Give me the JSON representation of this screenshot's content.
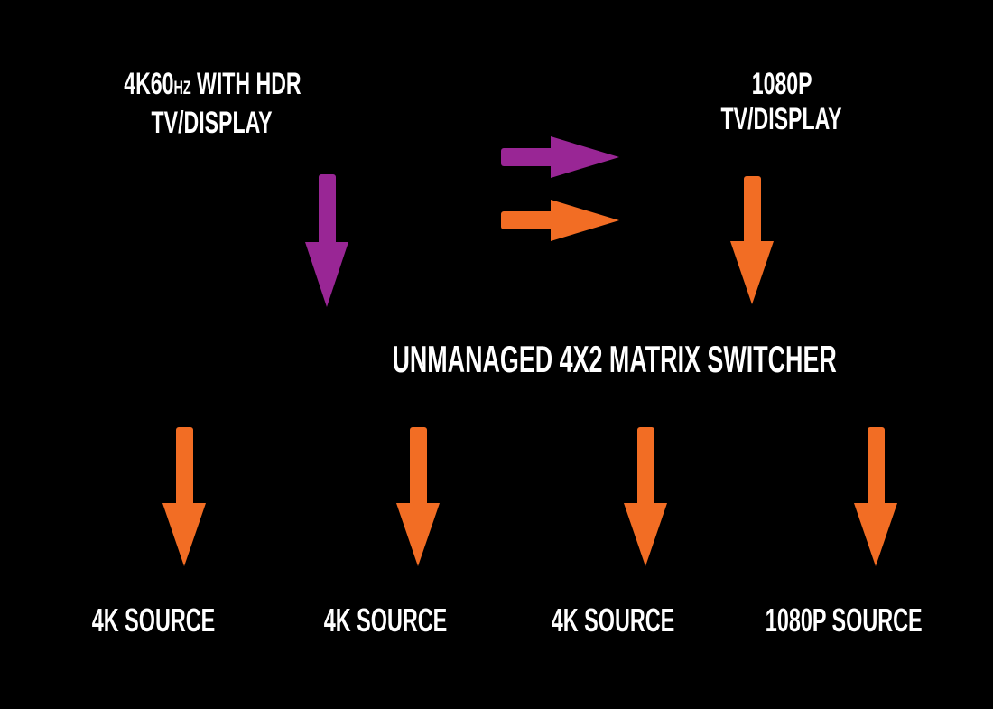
{
  "colors": {
    "background": "#000000",
    "text": "#FFFFFF",
    "purple": "#992695",
    "orange": "#F26D24"
  },
  "displays": {
    "left": {
      "line1_prefix": "4K60",
      "line1_small": "HZ",
      "line1_suffix": " WITH HDR",
      "line2": "TV/DISPLAY"
    },
    "right": {
      "line1": "1080P",
      "line2": "TV/DISPLAY"
    }
  },
  "switcher": {
    "label": "UNMANAGED 4X2 MATRIX SWITCHER"
  },
  "sources": [
    {
      "label": "4K SOURCE"
    },
    {
      "label": "4K SOURCE"
    },
    {
      "label": "4K SOURCE"
    },
    {
      "label": "1080P SOURCE"
    }
  ],
  "arrows": {
    "display_link_left": {
      "color": "purple",
      "direction": "down"
    },
    "display_link_right": {
      "color": "orange",
      "direction": "down"
    },
    "signal_path_4k": {
      "color": "purple",
      "direction": "right"
    },
    "signal_path_1080p": {
      "color": "orange",
      "direction": "right"
    },
    "source_links": [
      {
        "color": "orange",
        "direction": "down"
      },
      {
        "color": "orange",
        "direction": "down"
      },
      {
        "color": "orange",
        "direction": "down"
      },
      {
        "color": "orange",
        "direction": "down"
      }
    ]
  }
}
